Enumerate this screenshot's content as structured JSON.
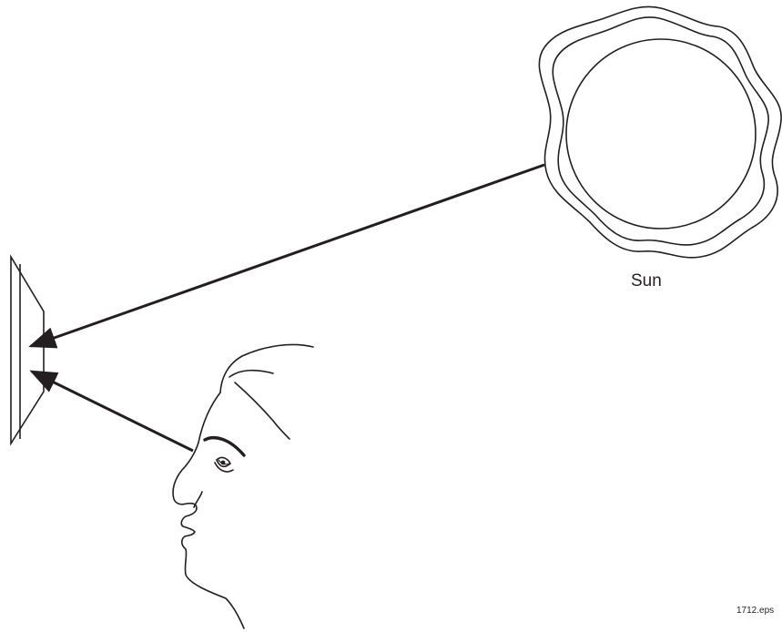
{
  "labels": {
    "sun": "Sun",
    "file_name": "1712.eps"
  },
  "colors": {
    "ink": "#231f20",
    "background": "#ffffff"
  },
  "illustration": {
    "objects": [
      "sun",
      "mirror",
      "person-head"
    ],
    "arrows": [
      "sunlight-to-mirror",
      "eye-to-mirror"
    ]
  }
}
